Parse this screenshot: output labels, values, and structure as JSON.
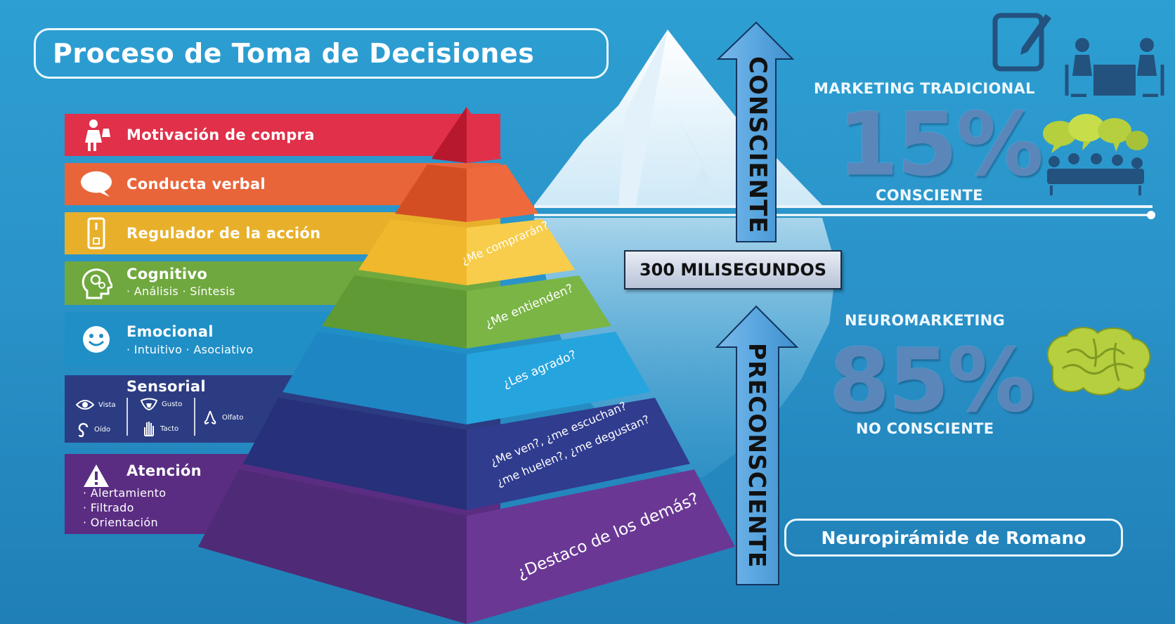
{
  "title": "Proceso de Toma de Decisiones",
  "levels": [
    {
      "name": "Motivación de compra",
      "icon": "shopper-icon",
      "color": "#e0304a"
    },
    {
      "name": "Conducta verbal",
      "icon": "speech-bubble-icon",
      "color": "#e8653a"
    },
    {
      "name": "Regulador de la acción",
      "icon": "phone-icon",
      "color": "#e8b02a"
    },
    {
      "name": "Cognitivo",
      "sub": "· Análisis · Síntesis",
      "icon": "head-gears-icon",
      "color": "#6fa83e"
    },
    {
      "name": "Emocional",
      "sub": "· Intuitivo · Asociativo",
      "icon": "smiley-icon",
      "color": "#1f8fc6"
    },
    {
      "name": "Sensorial",
      "icon": "senses-icon",
      "color": "#2b3c82"
    },
    {
      "name": "Atención",
      "lines": [
        "· Alertamiento",
        "· Filtrado",
        "· Orientación"
      ],
      "icon": "warning-icon",
      "color": "#5a2d82"
    }
  ],
  "senses": {
    "vista": "Vista",
    "gusto": "Gusto",
    "olfato": "Olfato",
    "oido": "Oído",
    "tacto": "Tacto"
  },
  "pyramid_questions": {
    "q3": "¿Me comprarán?",
    "q4": "¿Me entienden?",
    "q5": "¿Les agrado?",
    "q6_line1": "¿Me ven?, ¿me escuchan?",
    "q6_line2": "¿me huelen?, ¿me degustan?",
    "q7": "¿Destaco de los demás?"
  },
  "arrows": {
    "consciente": "CONSCIENTE",
    "preconsciente": "PRECONSCIENTE",
    "milliseconds": "300 MILISEGUNDOS"
  },
  "right": {
    "traditional_label": "MARKETING TRADICIONAL",
    "traditional_pct": "15%",
    "traditional_sub": "CONSCIENTE",
    "neuro_label": "NEUROMARKETING",
    "neuro_pct": "85%",
    "neuro_sub": "NO CONSCIENTE",
    "romano": "Neuropirámide de Romano"
  },
  "colors": {
    "accent_percent": "#5b86b9",
    "arrow_fill": "#5aa6e0",
    "brain_green": "#b6cf3e"
  }
}
